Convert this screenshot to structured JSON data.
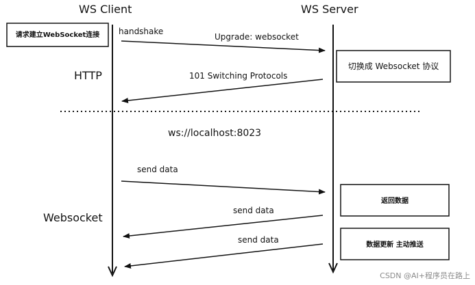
{
  "participants": {
    "client": "WS Client",
    "server": "WS Server"
  },
  "phases": {
    "http": "HTTP",
    "websocket": "Websocket"
  },
  "boxes": {
    "client_request": "请求建立WebSocket连接",
    "server_switch": "切换成 Websocket 协议",
    "server_return": "返回数据",
    "server_push": "数据更新 主动推送"
  },
  "messages": {
    "handshake": "handshake",
    "upgrade": "Upgrade: websocket",
    "switching": "101 Switching Protocols",
    "send_data_1": "send data",
    "send_data_2": "send data",
    "send_data_3": "send data"
  },
  "url": "ws://localhost:8023",
  "watermark": "CSDN @AI+程序员在路上"
}
